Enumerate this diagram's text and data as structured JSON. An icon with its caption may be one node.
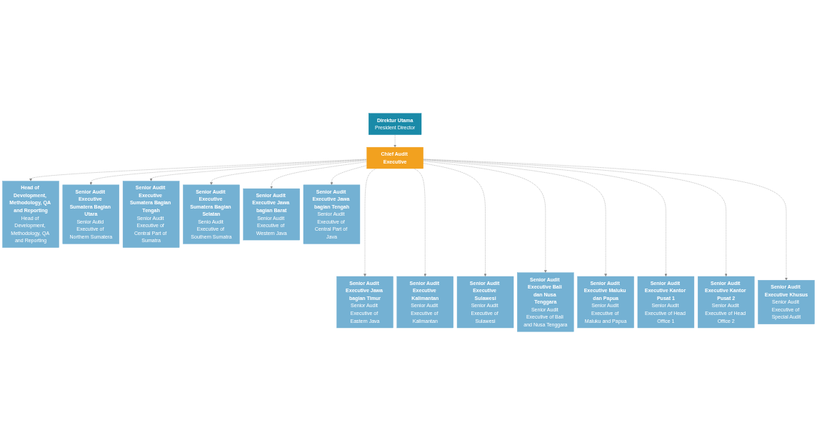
{
  "diagram": {
    "nodes": [
      {
        "text": [
          "Direktur Utama",
          "President Director"
        ]
      },
      {
        "text": [
          "Chief Audit Executive"
        ]
      },
      {
        "text": [
          "Head of Development, Methodology, QA and Reporting",
          "Head of Development, Methodology, QA and Reporting"
        ]
      },
      {
        "text": [
          "Senior Audit Executive Sumatera Bagian Utara",
          "Senior Autid Executive of Northern Sumatera"
        ]
      },
      {
        "text": [
          "Senior Audit Executive Sumatera Bagian Tengah",
          "Senior Audit Executive of Central Part of Sumatra"
        ]
      },
      {
        "text": [
          "Senior Audit Executive Sumatera Bagian Selatan",
          "Senio Audit Executive of Southern Sumatra"
        ]
      },
      {
        "text": [
          "Senior Audit Executive Jawa bagian Barat",
          "Senior Audit Executive of Western Java"
        ]
      },
      {
        "text": [
          "Senior Audit Executive Jawa bagian Tengah",
          "Senior Audit Executive of Central Part of Java"
        ]
      },
      {
        "text": [
          "Senior Audit Executive Jawa bagian Timur",
          "Senior Audit Executive of Eastern Java"
        ]
      },
      {
        "text": [
          "Senior Audit Executive Kalimantan",
          "Senior Audit Executive of Kalimantan"
        ]
      },
      {
        "text": [
          "Senior Audit Executive Sulawesi",
          "Senior Audit Executive of Sulawesi"
        ]
      },
      {
        "text": [
          "Senior Audit Executive Bali dan Nusa Tenggara",
          "Senior Audit Executive of Bali and Nusa Tenggara"
        ]
      },
      {
        "text": [
          "Senior Audit Executive Maluku dan Papua",
          "Senior Audit Executive of Maluku and Papua"
        ]
      },
      {
        "text": [
          "Senior Audit Executive Kantor Pusat 1",
          "Senior Audit Executive of Head Office 1"
        ]
      },
      {
        "text": [
          "Senior Audit Executive Kantor Pusat 2",
          "Senior Audit Executive of Head Office 2"
        ]
      },
      {
        "text": [
          "Senior Audit Executive Khusus",
          "Senior Audit Executive of Special Audit"
        ]
      }
    ],
    "edges": [
      {
        "from": 0,
        "to": 1,
        "arrow": "to",
        "style": "dashed"
      },
      {
        "from": 1,
        "to": 2,
        "arrow": "to",
        "style": "dashed"
      },
      {
        "from": 1,
        "to": 3,
        "arrow": "to",
        "style": "dashed"
      },
      {
        "from": 1,
        "to": 4,
        "arrow": "to",
        "style": "dashed"
      },
      {
        "from": 1,
        "to": 5,
        "arrow": "to",
        "style": "dashed"
      },
      {
        "from": 1,
        "to": 6,
        "arrow": "to",
        "style": "dashed"
      },
      {
        "from": 1,
        "to": 7,
        "arrow": "to",
        "style": "dashed"
      },
      {
        "from": 1,
        "to": 8,
        "arrow": "to",
        "style": "dashed"
      },
      {
        "from": 1,
        "to": 9,
        "arrow": "to",
        "style": "dashed"
      },
      {
        "from": 1,
        "to": 10,
        "arrow": "to",
        "style": "dashed"
      },
      {
        "from": 1,
        "to": 11,
        "arrow": "to",
        "style": "dashed"
      },
      {
        "from": 1,
        "to": 12,
        "arrow": "to",
        "style": "dashed"
      },
      {
        "from": 1,
        "to": 13,
        "arrow": "to",
        "style": "dashed"
      },
      {
        "from": 1,
        "to": 14,
        "arrow": "to",
        "style": "dashed"
      },
      {
        "from": 1,
        "to": 15,
        "arrow": "to",
        "style": "dashed"
      }
    ]
  }
}
